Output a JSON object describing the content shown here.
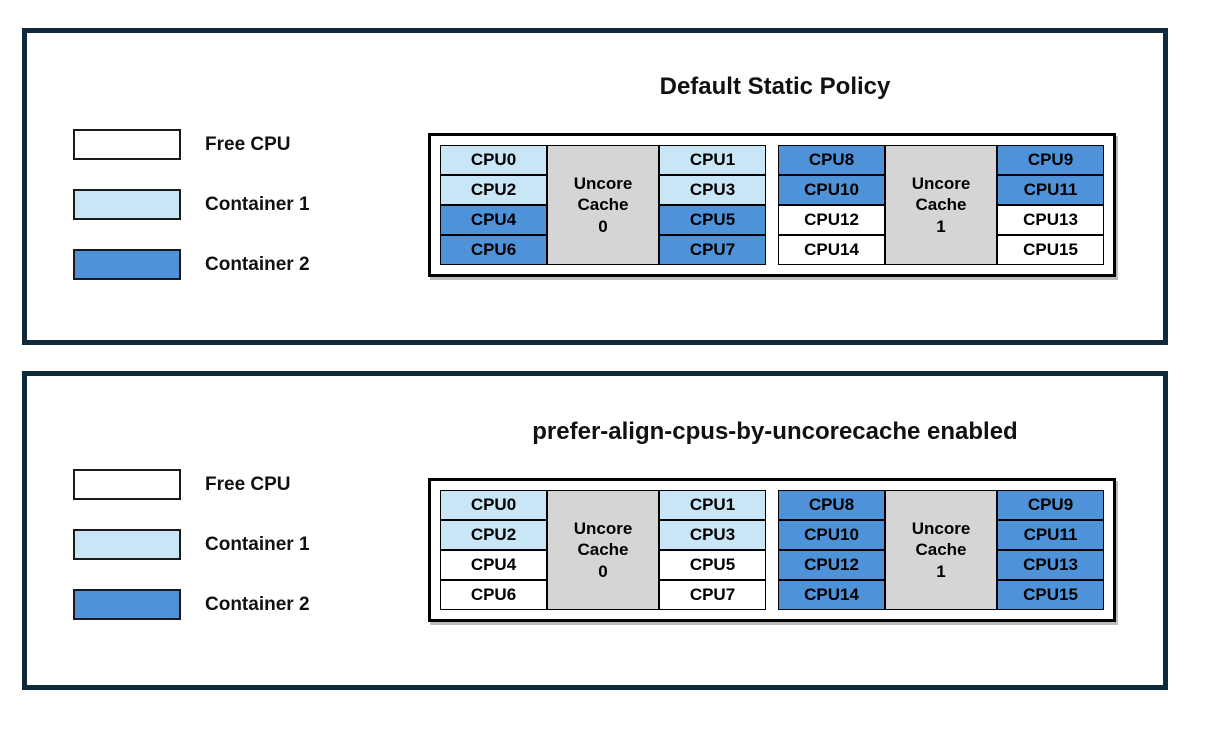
{
  "colors": {
    "free": "#ffffff",
    "container1": "#c8e6f5",
    "container2": "#4e93d9",
    "cache": "#d5d5d5",
    "panel_border": "#0f2a3d"
  },
  "legend": {
    "items": [
      {
        "label": "Free CPU",
        "state": "free"
      },
      {
        "label": "Container 1",
        "state": "container1"
      },
      {
        "label": "Container 2",
        "state": "container2"
      }
    ]
  },
  "panels": [
    {
      "id": "default-static-policy",
      "title": "Default Static Policy",
      "groups": [
        {
          "cache_lines": [
            "Uncore",
            "Cache",
            "0"
          ],
          "left_cpus": [
            {
              "label": "CPU0",
              "state": "container1"
            },
            {
              "label": "CPU2",
              "state": "container1"
            },
            {
              "label": "CPU4",
              "state": "container2"
            },
            {
              "label": "CPU6",
              "state": "container2"
            }
          ],
          "right_cpus": [
            {
              "label": "CPU1",
              "state": "container1"
            },
            {
              "label": "CPU3",
              "state": "container1"
            },
            {
              "label": "CPU5",
              "state": "container2"
            },
            {
              "label": "CPU7",
              "state": "container2"
            }
          ]
        },
        {
          "cache_lines": [
            "Uncore",
            "Cache",
            "1"
          ],
          "left_cpus": [
            {
              "label": "CPU8",
              "state": "container2"
            },
            {
              "label": "CPU10",
              "state": "container2"
            },
            {
              "label": "CPU12",
              "state": "free"
            },
            {
              "label": "CPU14",
              "state": "free"
            }
          ],
          "right_cpus": [
            {
              "label": "CPU9",
              "state": "container2"
            },
            {
              "label": "CPU11",
              "state": "container2"
            },
            {
              "label": "CPU13",
              "state": "free"
            },
            {
              "label": "CPU15",
              "state": "free"
            }
          ]
        }
      ]
    },
    {
      "id": "prefer-align-cpus-by-uncorecache",
      "title": "prefer-align-cpus-by-uncorecache enabled",
      "groups": [
        {
          "cache_lines": [
            "Uncore",
            "Cache",
            "0"
          ],
          "left_cpus": [
            {
              "label": "CPU0",
              "state": "container1"
            },
            {
              "label": "CPU2",
              "state": "container1"
            },
            {
              "label": "CPU4",
              "state": "free"
            },
            {
              "label": "CPU6",
              "state": "free"
            }
          ],
          "right_cpus": [
            {
              "label": "CPU1",
              "state": "container1"
            },
            {
              "label": "CPU3",
              "state": "container1"
            },
            {
              "label": "CPU5",
              "state": "free"
            },
            {
              "label": "CPU7",
              "state": "free"
            }
          ]
        },
        {
          "cache_lines": [
            "Uncore",
            "Cache",
            "1"
          ],
          "left_cpus": [
            {
              "label": "CPU8",
              "state": "container2"
            },
            {
              "label": "CPU10",
              "state": "container2"
            },
            {
              "label": "CPU12",
              "state": "container2"
            },
            {
              "label": "CPU14",
              "state": "container2"
            }
          ],
          "right_cpus": [
            {
              "label": "CPU9",
              "state": "container2"
            },
            {
              "label": "CPU11",
              "state": "container2"
            },
            {
              "label": "CPU13",
              "state": "container2"
            },
            {
              "label": "CPU15",
              "state": "container2"
            }
          ]
        }
      ]
    }
  ]
}
